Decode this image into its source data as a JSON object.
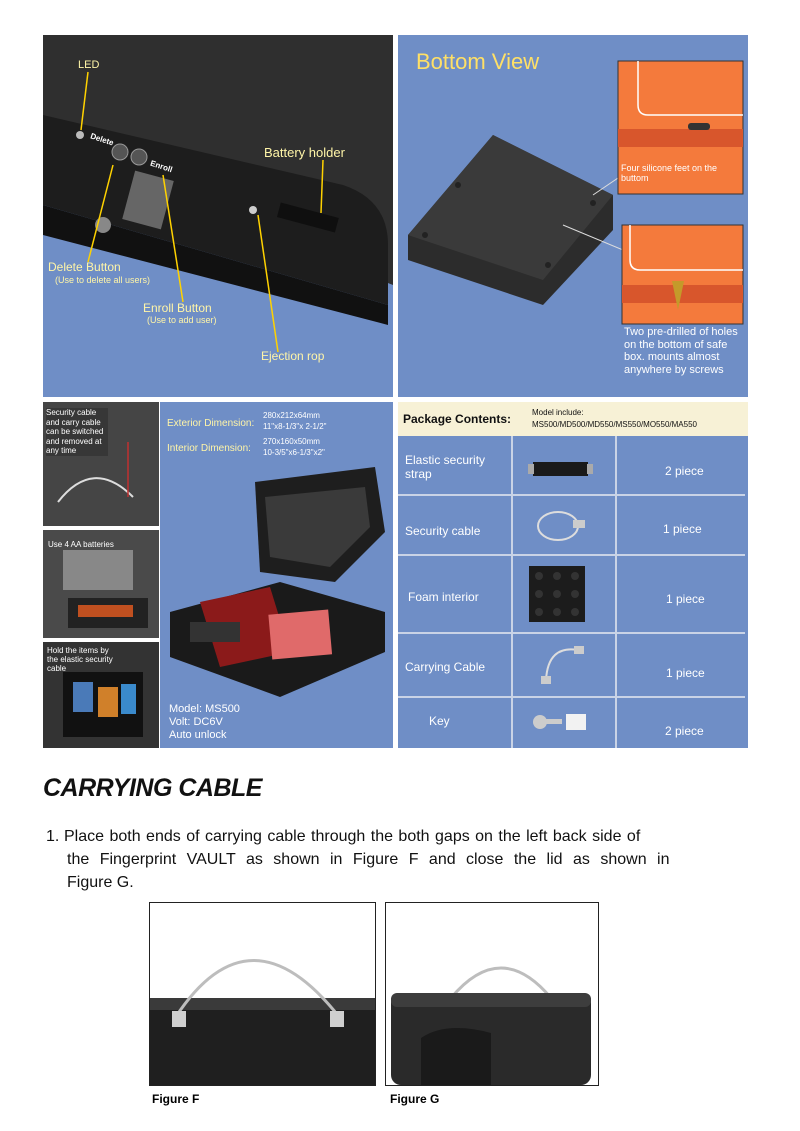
{
  "top_left_panel": {
    "led_label": "LED",
    "delete_key": "Delete",
    "enroll_key": "Enroll",
    "battery_holder": "Battery holder",
    "delete_button": "Delete Button",
    "delete_button_note": "(Use to delete all users)",
    "enroll_button": "Enroll Button",
    "enroll_button_note": "(Use to add user)",
    "ejection": "Ejection rop"
  },
  "bottom_view": {
    "title": "Bottom View",
    "feet_note": "Four silicone feet on the buttom",
    "holes_note": "Two pre-drilled of holes on the bottom of safe box. mounts almost anywhere by screws"
  },
  "mid_left": {
    "cable_note": "Security cable and carry cable can be switched and removed at any time",
    "battery_note": "Use 4 AA batteries",
    "strap_note": "Hold the items by the elastic security cable"
  },
  "mid_center": {
    "exterior_label": "Exterior Dimension:",
    "exterior_value_1": "280x212x64mm",
    "exterior_value_2": "11\"x8-1/3\"x 2-1/2\"",
    "interior_label": "Interior Dimension:",
    "interior_value_1": "270x160x50mm",
    "interior_value_2": "10-3/5\"x6-1/3\"x2\"",
    "model": "Model: MS500",
    "volt": "Volt: DC6V",
    "unlock": "Auto unlock"
  },
  "package": {
    "title": "Package Contents:",
    "model_include_label": "Model include:",
    "models": "MS500/MD500/MD550/MS550/MO550/MA550",
    "items": [
      {
        "name": "Elastic security strap",
        "qty": "2 piece"
      },
      {
        "name": "Security cable",
        "qty": "1 piece"
      },
      {
        "name": "Foam interior",
        "qty": "1 piece"
      },
      {
        "name": "Carrying Cable",
        "qty": "1 piece"
      },
      {
        "name": "Key",
        "qty": "2 piece"
      }
    ]
  },
  "section": {
    "heading": "CARRYING CABLE",
    "step_number": "1.",
    "step_line_1": "Place both ends of carrying cable through the both gaps on the left back side of",
    "step_line_2": "the Fingerprint VAULT as shown in Figure F and close the lid as shown in",
    "step_line_3": "Figure G."
  },
  "figures": {
    "f_caption": "Figure F",
    "g_caption": "Figure G"
  },
  "colors": {
    "panel_blue": "#6f8ec6",
    "label_yellow": "#fff5a8",
    "orange": "#f47a3c"
  }
}
